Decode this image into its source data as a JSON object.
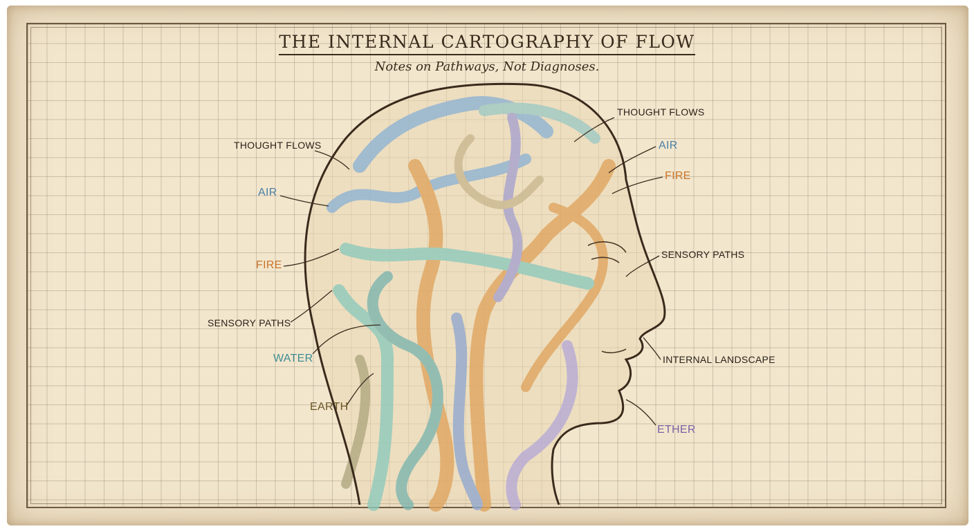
{
  "title": "THE INTERNAL CARTOGRAPHY OF FLOW",
  "subtitle": "Notes on Pathways, Not Diagnoses.",
  "labels": {
    "left": {
      "thought_flows": "THOUGHT FLOWS",
      "air": "AIR",
      "fire": "FIRE",
      "sensory_paths": "SENSORY PATHS",
      "water": "WATER",
      "earth": "EARTH"
    },
    "right": {
      "thought_flows": "THOUGHT FLOWS",
      "air": "AIR",
      "fire": "FIRE",
      "sensory_paths": "SENSORY PATHS",
      "internal_landscape": "INTERNAL LANDSCAPE",
      "ether": "ETHER"
    }
  },
  "colors": {
    "parchment": "#f2e6cd",
    "ink": "#3a2a1c",
    "air": "#4a7fa6",
    "fire": "#c9742a",
    "water": "#3f8d92",
    "earth": "#6b5525",
    "ether": "#7a5fa3"
  }
}
